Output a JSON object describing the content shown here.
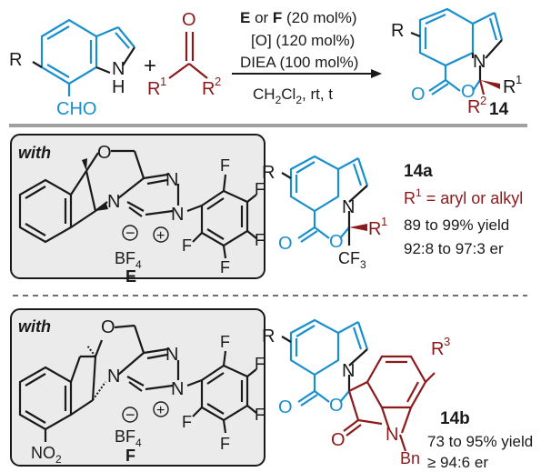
{
  "colors": {
    "black": "#1a1a1a",
    "blue": "#1a8fce",
    "red": "#8b1a1a",
    "gray": "#888888"
  },
  "scheme": {
    "condition_line1_a": "E",
    "condition_line1_b": " or ",
    "condition_line1_c": "F",
    "condition_line1_d": " (20 mol%)",
    "condition_line2": "[O] (120 mol%)",
    "condition_line3": "DIEA (100 mol%)",
    "condition_line4_a": "CH",
    "condition_line4_b": "2",
    "condition_line4_c": "Cl",
    "condition_line4_d": "2",
    "condition_line4_e": ", rt, t",
    "plus": "+",
    "product_label": "14"
  },
  "catalyst_e": {
    "with_label": "with",
    "counterion": "BF",
    "counterion_sub": "4",
    "label": "E"
  },
  "catalyst_f": {
    "with_label": "with",
    "counterion": "BF",
    "counterion_sub": "4",
    "label": "F",
    "nitro": "NO",
    "nitro_sub": "2"
  },
  "product_a": {
    "label": "14a",
    "r1_line": "R",
    "r1_sup": "1",
    "r1_text": " = aryl or alkyl",
    "yield": "89 to 99% yield",
    "er": "92:8 to 97:3 er"
  },
  "product_b": {
    "label": "14b",
    "yield": "73 to 95% yield",
    "er": "≥ 94:6 er",
    "bn": "Bn"
  },
  "atoms": {
    "R": "R",
    "N": "N",
    "NH_N": "N",
    "NH_H": "H",
    "O": "O",
    "CHO": "CHO",
    "R1": "R",
    "R2": "R",
    "sup1": "1",
    "sup2": "2",
    "sup3": "3",
    "CF3": "CF",
    "CF3_sub": "3",
    "F": "F",
    "minus": "−",
    "plus": "+"
  }
}
